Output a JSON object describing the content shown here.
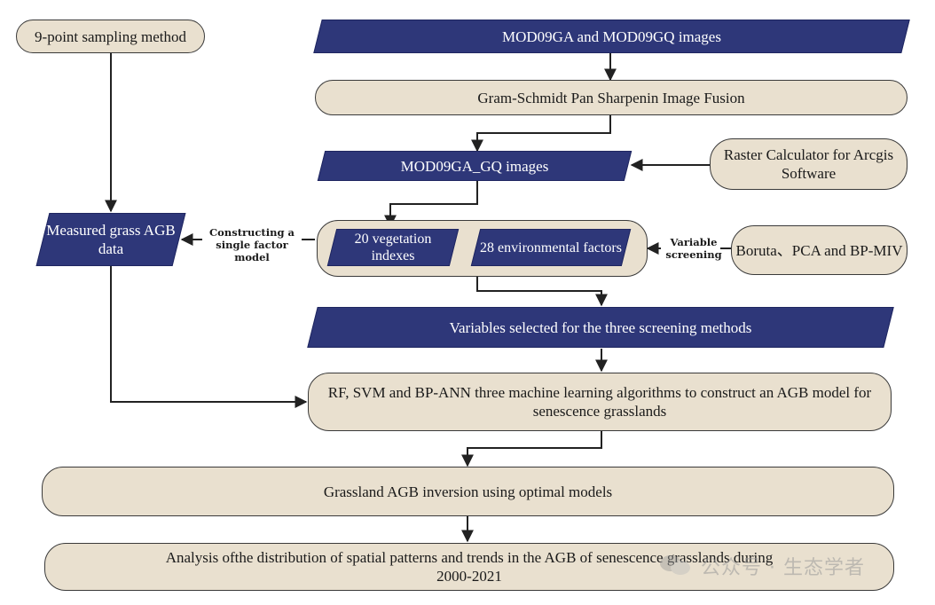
{
  "nodes": {
    "sampling": "9-point sampling method",
    "mod_images": "MOD09GA and MOD09GQ images",
    "fusion": "Gram-Schmidt Pan Sharpenin Image Fusion",
    "raster_calc": "Raster Calculator for Arcgis Software",
    "mod_gq": "MOD09GA_GQ images",
    "measured": "Measured grass AGB data",
    "veg_index": "20 vegetation indexes",
    "env_factors": "28 environmental factors",
    "boruta": "Boruta、PCA and BP-MIV",
    "selected": "Variables selected for the three screening methods",
    "ml_model": "RF, SVM and BP-ANN three machine learning algorithms to construct an AGB model for senescence grasslands",
    "inversion": "Grassland AGB inversion using optimal models",
    "analysis": "Analysis ofthe distribution of spatial patterns and trends in the AGB of senescence grasslands during 2000-2021"
  },
  "edge_labels": {
    "single_factor": "Constructing a single factor model",
    "variable_screening": "Variable screening"
  },
  "watermark": "公众号 · 生态学者",
  "colors": {
    "navy": "#2e3779",
    "beige": "#e9e0cf",
    "border": "#3a3a3a"
  }
}
